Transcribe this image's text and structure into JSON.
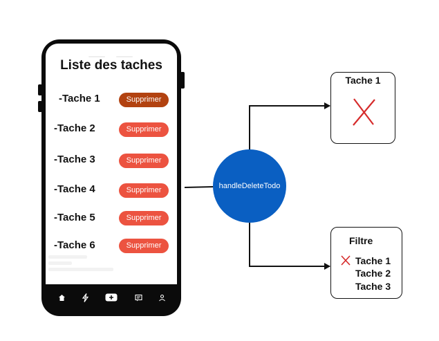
{
  "phone": {
    "title": "Liste des taches",
    "tasks": [
      {
        "label": "-Tache 1",
        "button": "Supprimer",
        "color": "#b24210"
      },
      {
        "label": "-Tache 2",
        "button": "Supprimer",
        "color": "#ec5340"
      },
      {
        "label": "-Tache 3",
        "button": "Supprimer",
        "color": "#ec5340"
      },
      {
        "label": "-Tache 4",
        "button": "Supprimer",
        "color": "#ec5340"
      },
      {
        "label": "-Tache 5",
        "button": "Supprimer",
        "color": "#ec5340"
      },
      {
        "label": "-Tache 6",
        "button": "Supprimer",
        "color": "#ec5340"
      }
    ],
    "nav_icons": [
      "home-icon",
      "bolt-icon",
      "add-icon",
      "message-icon",
      "profile-icon"
    ]
  },
  "handler": {
    "label": "handleDeleteTodo",
    "color": "#0a5fc2"
  },
  "deleted_box": {
    "title": "Tache 1",
    "icon": "cross-icon",
    "cross_color": "#d62b2b"
  },
  "filter_box": {
    "title": "Filtre",
    "items": [
      "Tache 1",
      "Tache 2",
      "Tache 3"
    ],
    "removed_item_icon": "cross-icon"
  }
}
